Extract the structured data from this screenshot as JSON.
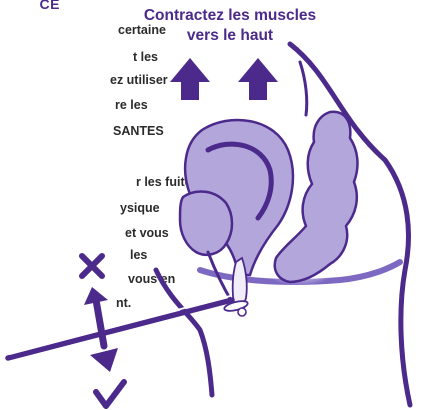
{
  "left_text": {
    "heading": "CE",
    "lines": [
      "certaine",
      "t les",
      "ez utiliser",
      "re les",
      "SANTES",
      "",
      "r les fuites",
      "ysique",
      "et vous",
      "les",
      "vous en",
      "nt."
    ]
  },
  "caption": {
    "line1": "Contractez les muscles",
    "line2": "vers le haut"
  },
  "colors": {
    "purple_dark": "#4b2a8c",
    "purple_light": "#b3a6db",
    "purple_mid": "#7d69c2",
    "text": "#2b2b2b"
  },
  "icons": {
    "up_arrows": "arrow-up-icon",
    "wrong": "x-mark-icon",
    "right": "check-mark-icon"
  }
}
